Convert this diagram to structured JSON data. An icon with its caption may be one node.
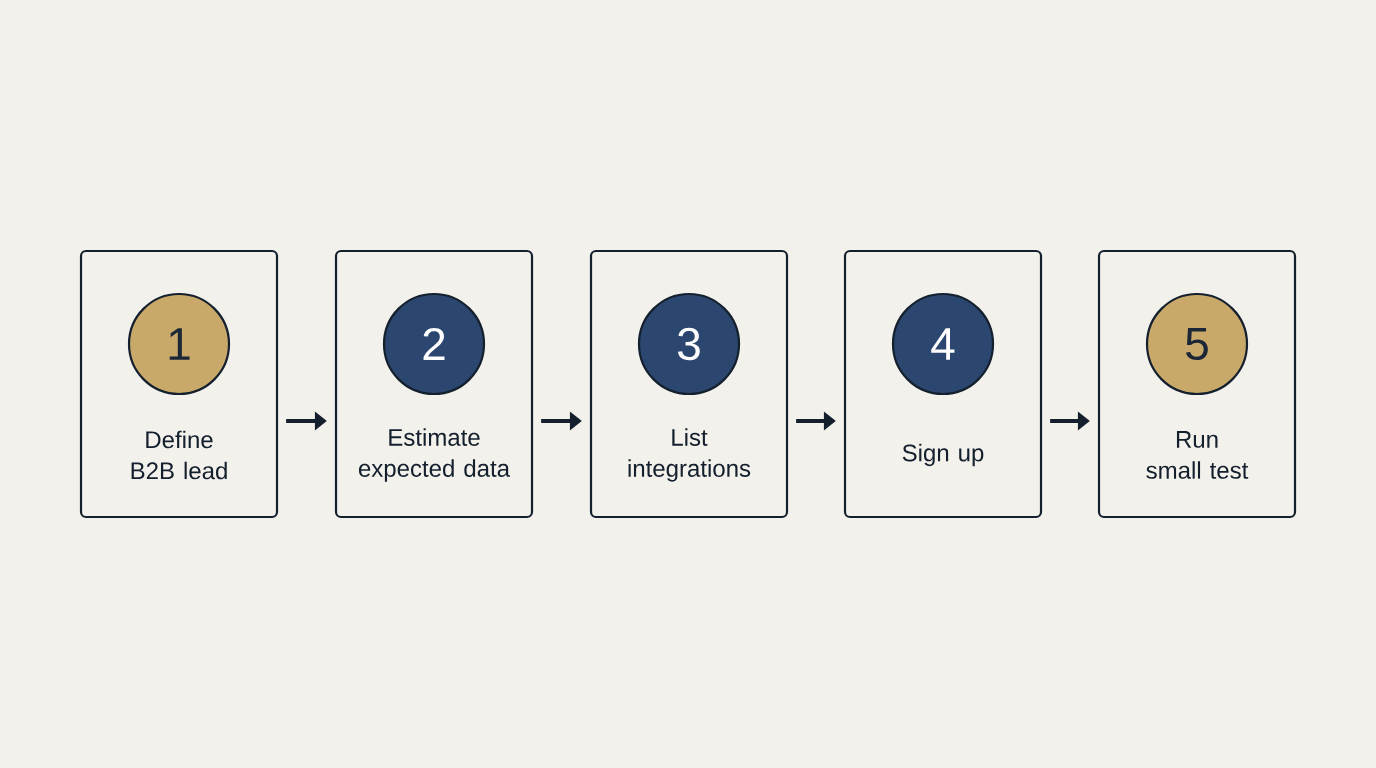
{
  "diagram": {
    "nodes": [
      {
        "text": [
          "Define B2B lead"
        ]
      },
      {
        "text": [
          "1"
        ],
        "in": 0
      },
      {
        "text": [
          "Estimate expected data"
        ]
      },
      {
        "text": [
          "2"
        ],
        "in": 2
      },
      {
        "text": [
          "List integrations"
        ]
      },
      {
        "text": [
          "3"
        ],
        "in": 4
      },
      {
        "text": [
          "Sign up"
        ]
      },
      {
        "text": [
          "4"
        ],
        "in": 6
      },
      {
        "text": [
          "Run small test"
        ]
      },
      {
        "text": [
          "5"
        ],
        "in": 8
      }
    ],
    "edges": [
      {
        "from": 0,
        "to": 2,
        "arrow": "to"
      },
      {
        "from": 2,
        "to": 4,
        "arrow": "to"
      },
      {
        "from": 4,
        "to": 6,
        "arrow": "to"
      },
      {
        "from": 6,
        "to": 8,
        "arrow": "to"
      }
    ]
  }
}
